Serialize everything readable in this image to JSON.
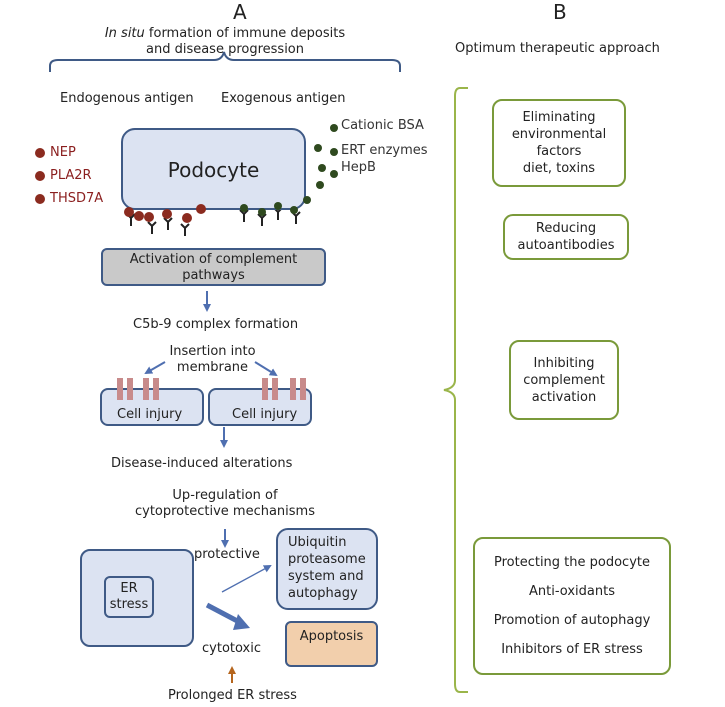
{
  "labels": {
    "panel_a": "A",
    "panel_b": "B",
    "subtitle_a_italic": "In situ",
    "subtitle_a_line1_rest": " formation of immune deposits",
    "subtitle_a_line2": "and disease progression",
    "subtitle_b": "Optimum therapeutic approach",
    "endogenous": "Endogenous antigen",
    "exogenous": "Exogenous antigen",
    "podocyte": "Podocyte",
    "endo_antigens": [
      "NEP",
      "PLA2R",
      "THSD7A"
    ],
    "exo_antigens": [
      "Cationic BSA",
      "ERT enzymes",
      "HepB"
    ],
    "complement_line1": "Activation of complement",
    "complement_line2": "pathways",
    "c5b9": "C5b-9 complex formation",
    "insertion_line1": "Insertion into",
    "insertion_line2": "membrane",
    "cell_injury": "Cell injury",
    "disease_alterations": "Disease-induced alterations",
    "upreg_line1": "Up-regulation of",
    "upreg_line2": "cytoprotective mechanisms",
    "protective": "protective",
    "cytotoxic": "cytotoxic",
    "er_line1": "ER",
    "er_line2": "stress",
    "ubiquitin_lines": [
      "Ubiquitin",
      "proteasome",
      "system and",
      "autophagy"
    ],
    "apoptosis": "Apoptosis",
    "prolonged": "Prolonged ER stress"
  },
  "therapies": [
    {
      "lines": [
        "Eliminating",
        "environmental",
        "factors",
        "diet,  toxins"
      ]
    },
    {
      "lines": [
        "Reducing",
        "autoantibodies"
      ]
    },
    {
      "lines": [
        "Inhibiting",
        "complement",
        "activation"
      ]
    },
    {
      "lines": [
        "Protecting the podocyte",
        "Anti-oxidants",
        "Promotion of autophagy",
        "Inhibitors  of  ER stress"
      ]
    }
  ],
  "colors": {
    "box_blue_fill": "#dce3f2",
    "box_blue_border": "#3f5a86",
    "green_border": "#7a9a3a",
    "arrow_blue": "#4f6fb0",
    "arrow_brown": "#b5651d",
    "apoptosis_fill": "#f2cfac",
    "grey_box": "#c9c9c9"
  }
}
